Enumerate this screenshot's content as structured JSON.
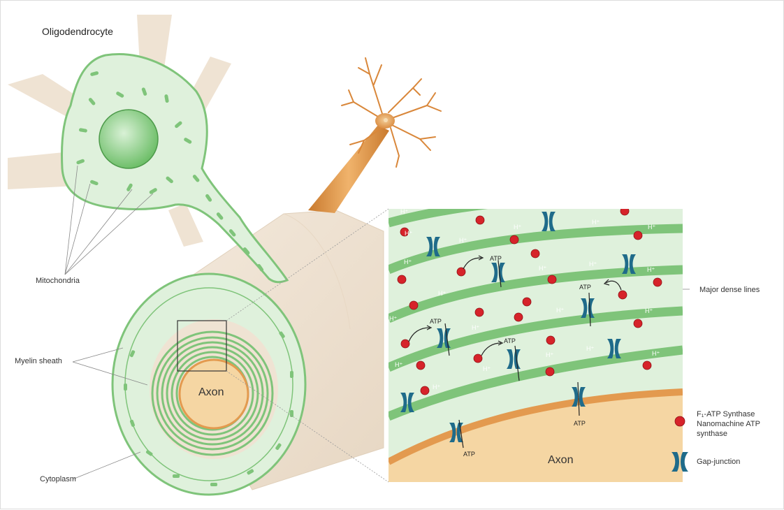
{
  "labels": {
    "oligodendrocyte": "Oligodendrocyte",
    "mitochondria": "Mitochondria",
    "myelin_sheath": "Myelin sheath",
    "cytoplasm": "Cytoplasm",
    "axon_cross_section": "Axon",
    "axon_zoom": "Axon",
    "major_dense_lines": "Major dense lines"
  },
  "legend": {
    "atp_synthase_line1": "F₁-ATP Synthase",
    "atp_synthase_line2": "Nanomachine ATP",
    "atp_synthase_line3": "synthase",
    "gap_junction": "Gap-junction"
  },
  "markers": {
    "proton": "H⁺",
    "atp": "ATP"
  },
  "colors": {
    "cytoplasm_green": "#dff1dc",
    "membrane_green": "#7fc47a",
    "membrane_dark": "#4d9a4a",
    "axon_fill": "#f5d6a3",
    "axon_edge": "#e39a4f",
    "tissue_beige": "#efe3d3",
    "gap_junction": "#1f6b8a",
    "atp_synthase": "#d6232a",
    "neuron_orange": "#e0923e"
  }
}
